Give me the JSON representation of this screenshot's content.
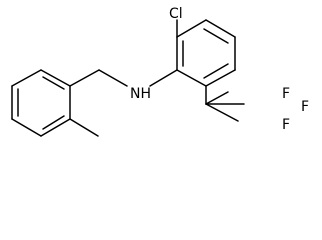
{
  "atoms": {
    "chlorine": "Cl",
    "amine": "NH",
    "fluorine_top": "F",
    "fluorine_right": "F",
    "fluorine_bottom": "F"
  },
  "colors": {
    "bond": "#000000",
    "label": "#000000",
    "background": "#ffffff"
  }
}
